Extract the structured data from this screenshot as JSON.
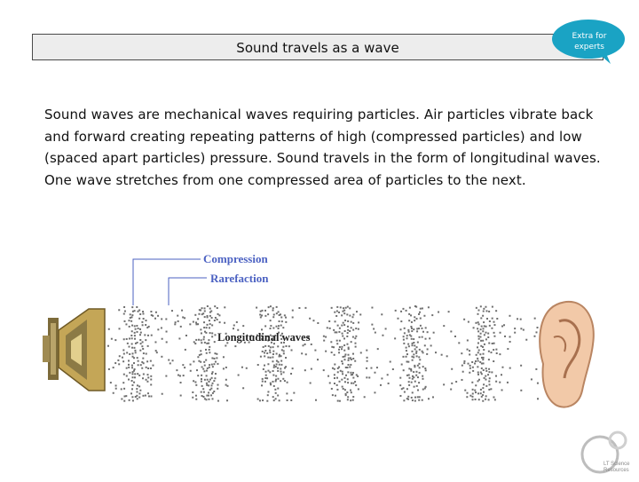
{
  "header": {
    "title": "Sound travels as a wave",
    "badge_label": "Extra for experts"
  },
  "body": {
    "paragraph": "Sound waves are mechanical waves requiring particles. Air particles vibrate back and forward creating repeating patterns of high (compressed particles) and low (spaced apart particles) pressure. Sound travels in the form of longitudinal waves. One wave stretches from one compressed area of particles to the next."
  },
  "diagram": {
    "labels": {
      "compression": "Compression",
      "rarefaction": "Rarefaction",
      "longitudinal": "Longitudinal waves"
    }
  },
  "logo": {
    "text": "LT Science Resources"
  },
  "colors": {
    "badge": "#1aa3c4",
    "label_blue": "#4b61c2",
    "particle": "#6e6e6e"
  }
}
